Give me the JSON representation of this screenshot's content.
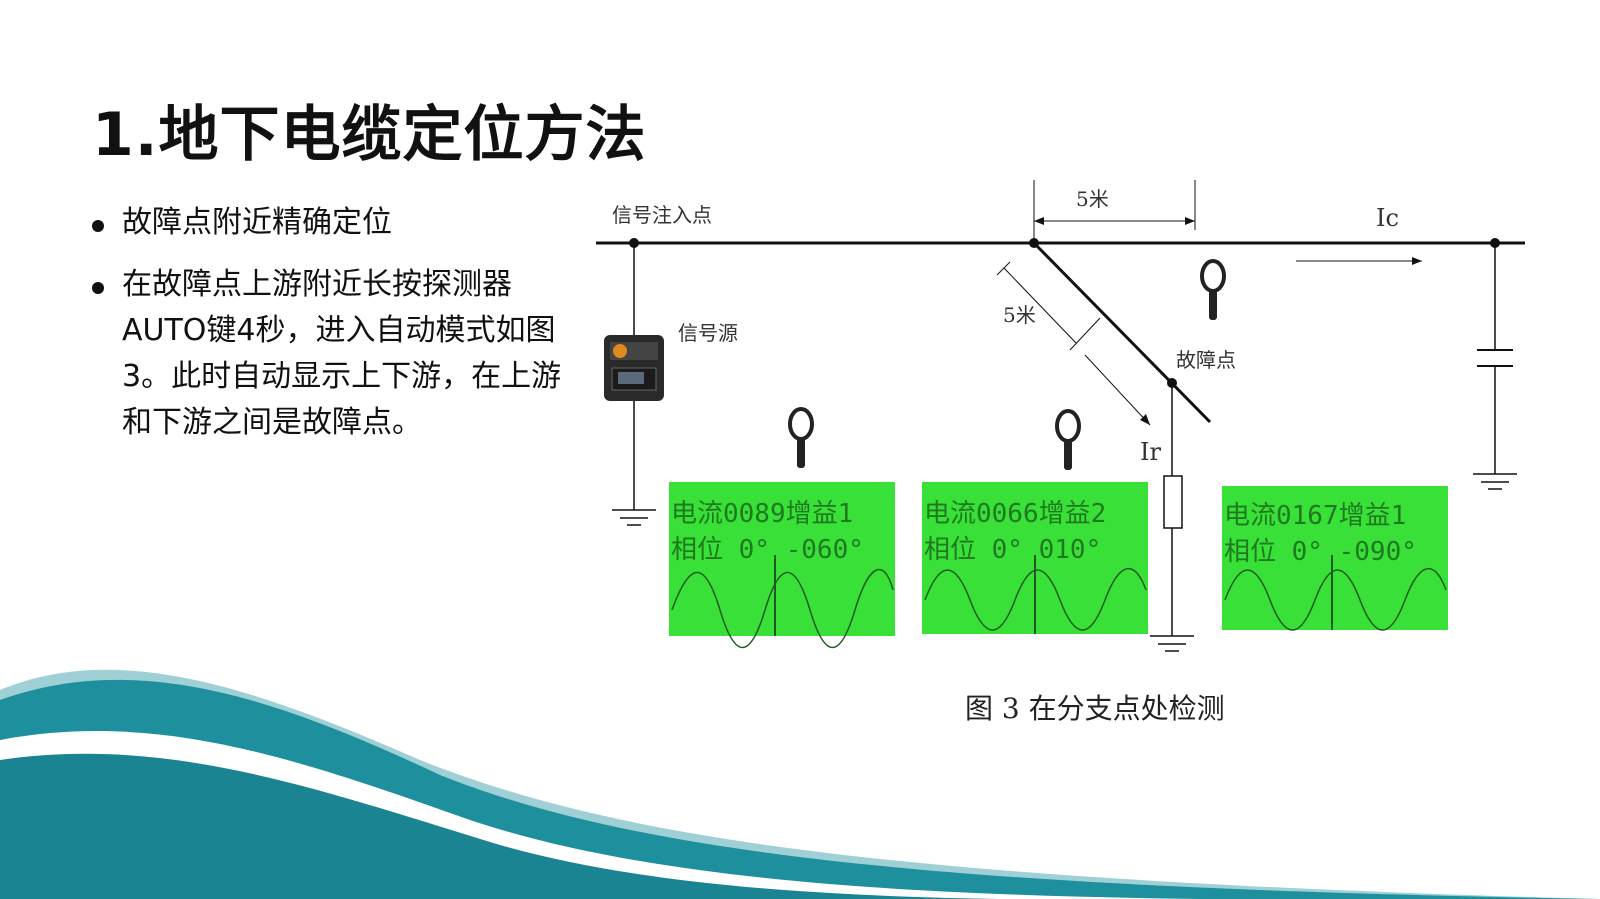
{
  "slide": {
    "title": "1.地下电缆定位方法",
    "bullets": [
      "故障点附近精确定位",
      "在故障点上游附近长按探测器AUTO键4秒，进入自动模式如图3。此时自动显示上下游，在上游和下游之间是故障点。"
    ]
  },
  "diagram": {
    "labels": {
      "signal_injection": "信号注入点",
      "signal_source": "信号源",
      "fault_point": "故障点",
      "distance_top": "5米",
      "distance_branch": "5米",
      "current_c": "Ic",
      "current_r": "Ir"
    },
    "caption": "图 3  在分支点处检测",
    "lcd_panels": [
      {
        "line1": "电流0089增益1",
        "line2": "相位    0°  -060°"
      },
      {
        "line1": "电流0066增益2",
        "line2": "相位    0°  010°"
      },
      {
        "line1": "电流0167增益1",
        "line2": "相位    0°  -090°"
      }
    ],
    "colors": {
      "lcd_bg": "#38e038",
      "wave_teal": "#1a8f9c",
      "wave_dark": "#0f6f7f"
    }
  }
}
